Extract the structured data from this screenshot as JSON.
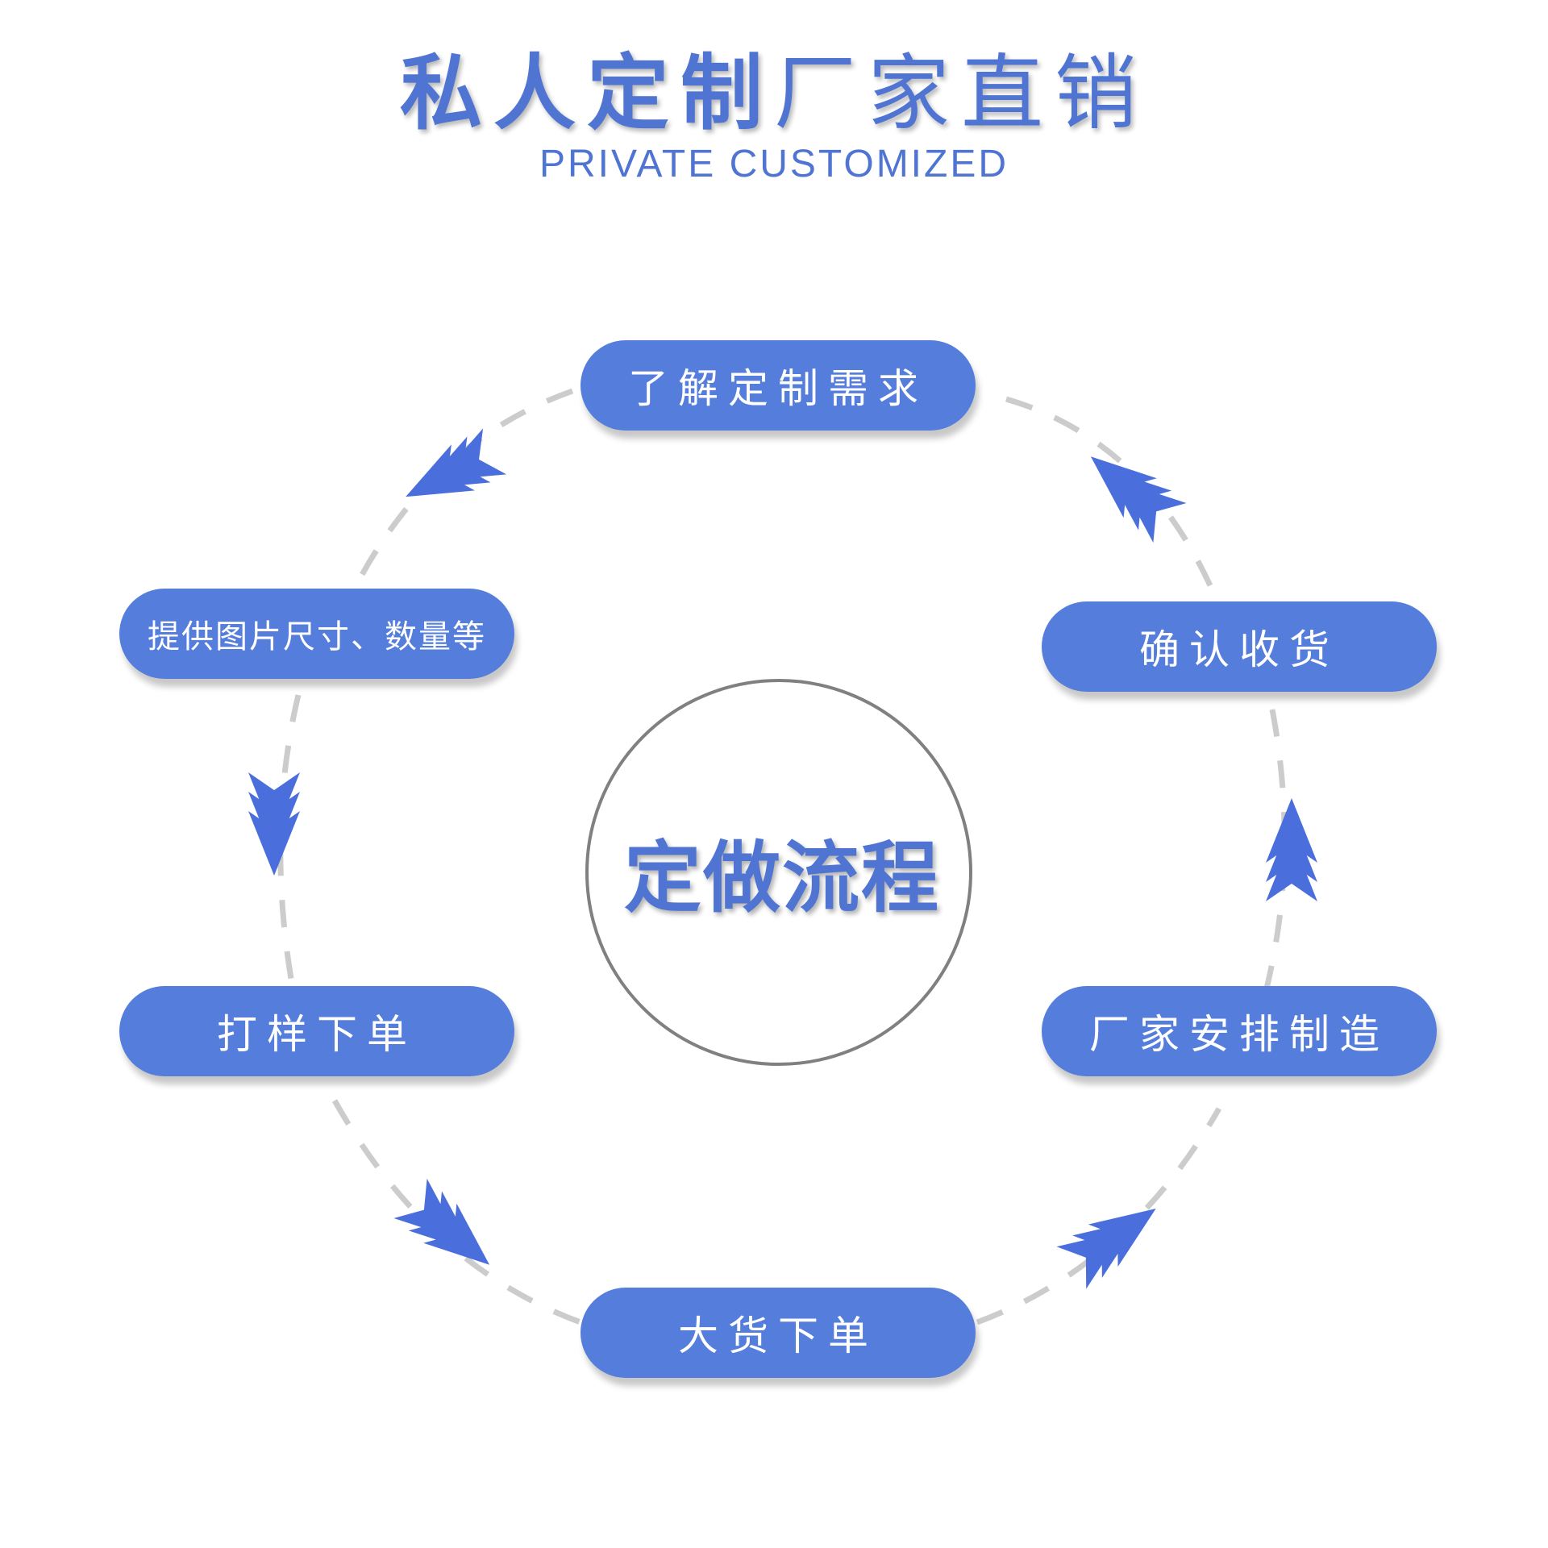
{
  "header": {
    "title_bold": "私人定制",
    "title_light": "厂家直销",
    "subtitle": "PRIVATE CUSTOMIZED"
  },
  "center": {
    "label": "定做流程"
  },
  "steps": [
    {
      "label": "了解定制需求"
    },
    {
      "label": "提供图片尺寸、数量等"
    },
    {
      "label": "打样下单"
    },
    {
      "label": "大货下单"
    },
    {
      "label": "厂家安排制造"
    },
    {
      "label": "确认收货"
    }
  ],
  "colors": {
    "accent": "#557ddb",
    "title": "#4f74d2",
    "arrow": "#4a6fdc",
    "dash": "#cccccc",
    "circle": "#808080"
  }
}
